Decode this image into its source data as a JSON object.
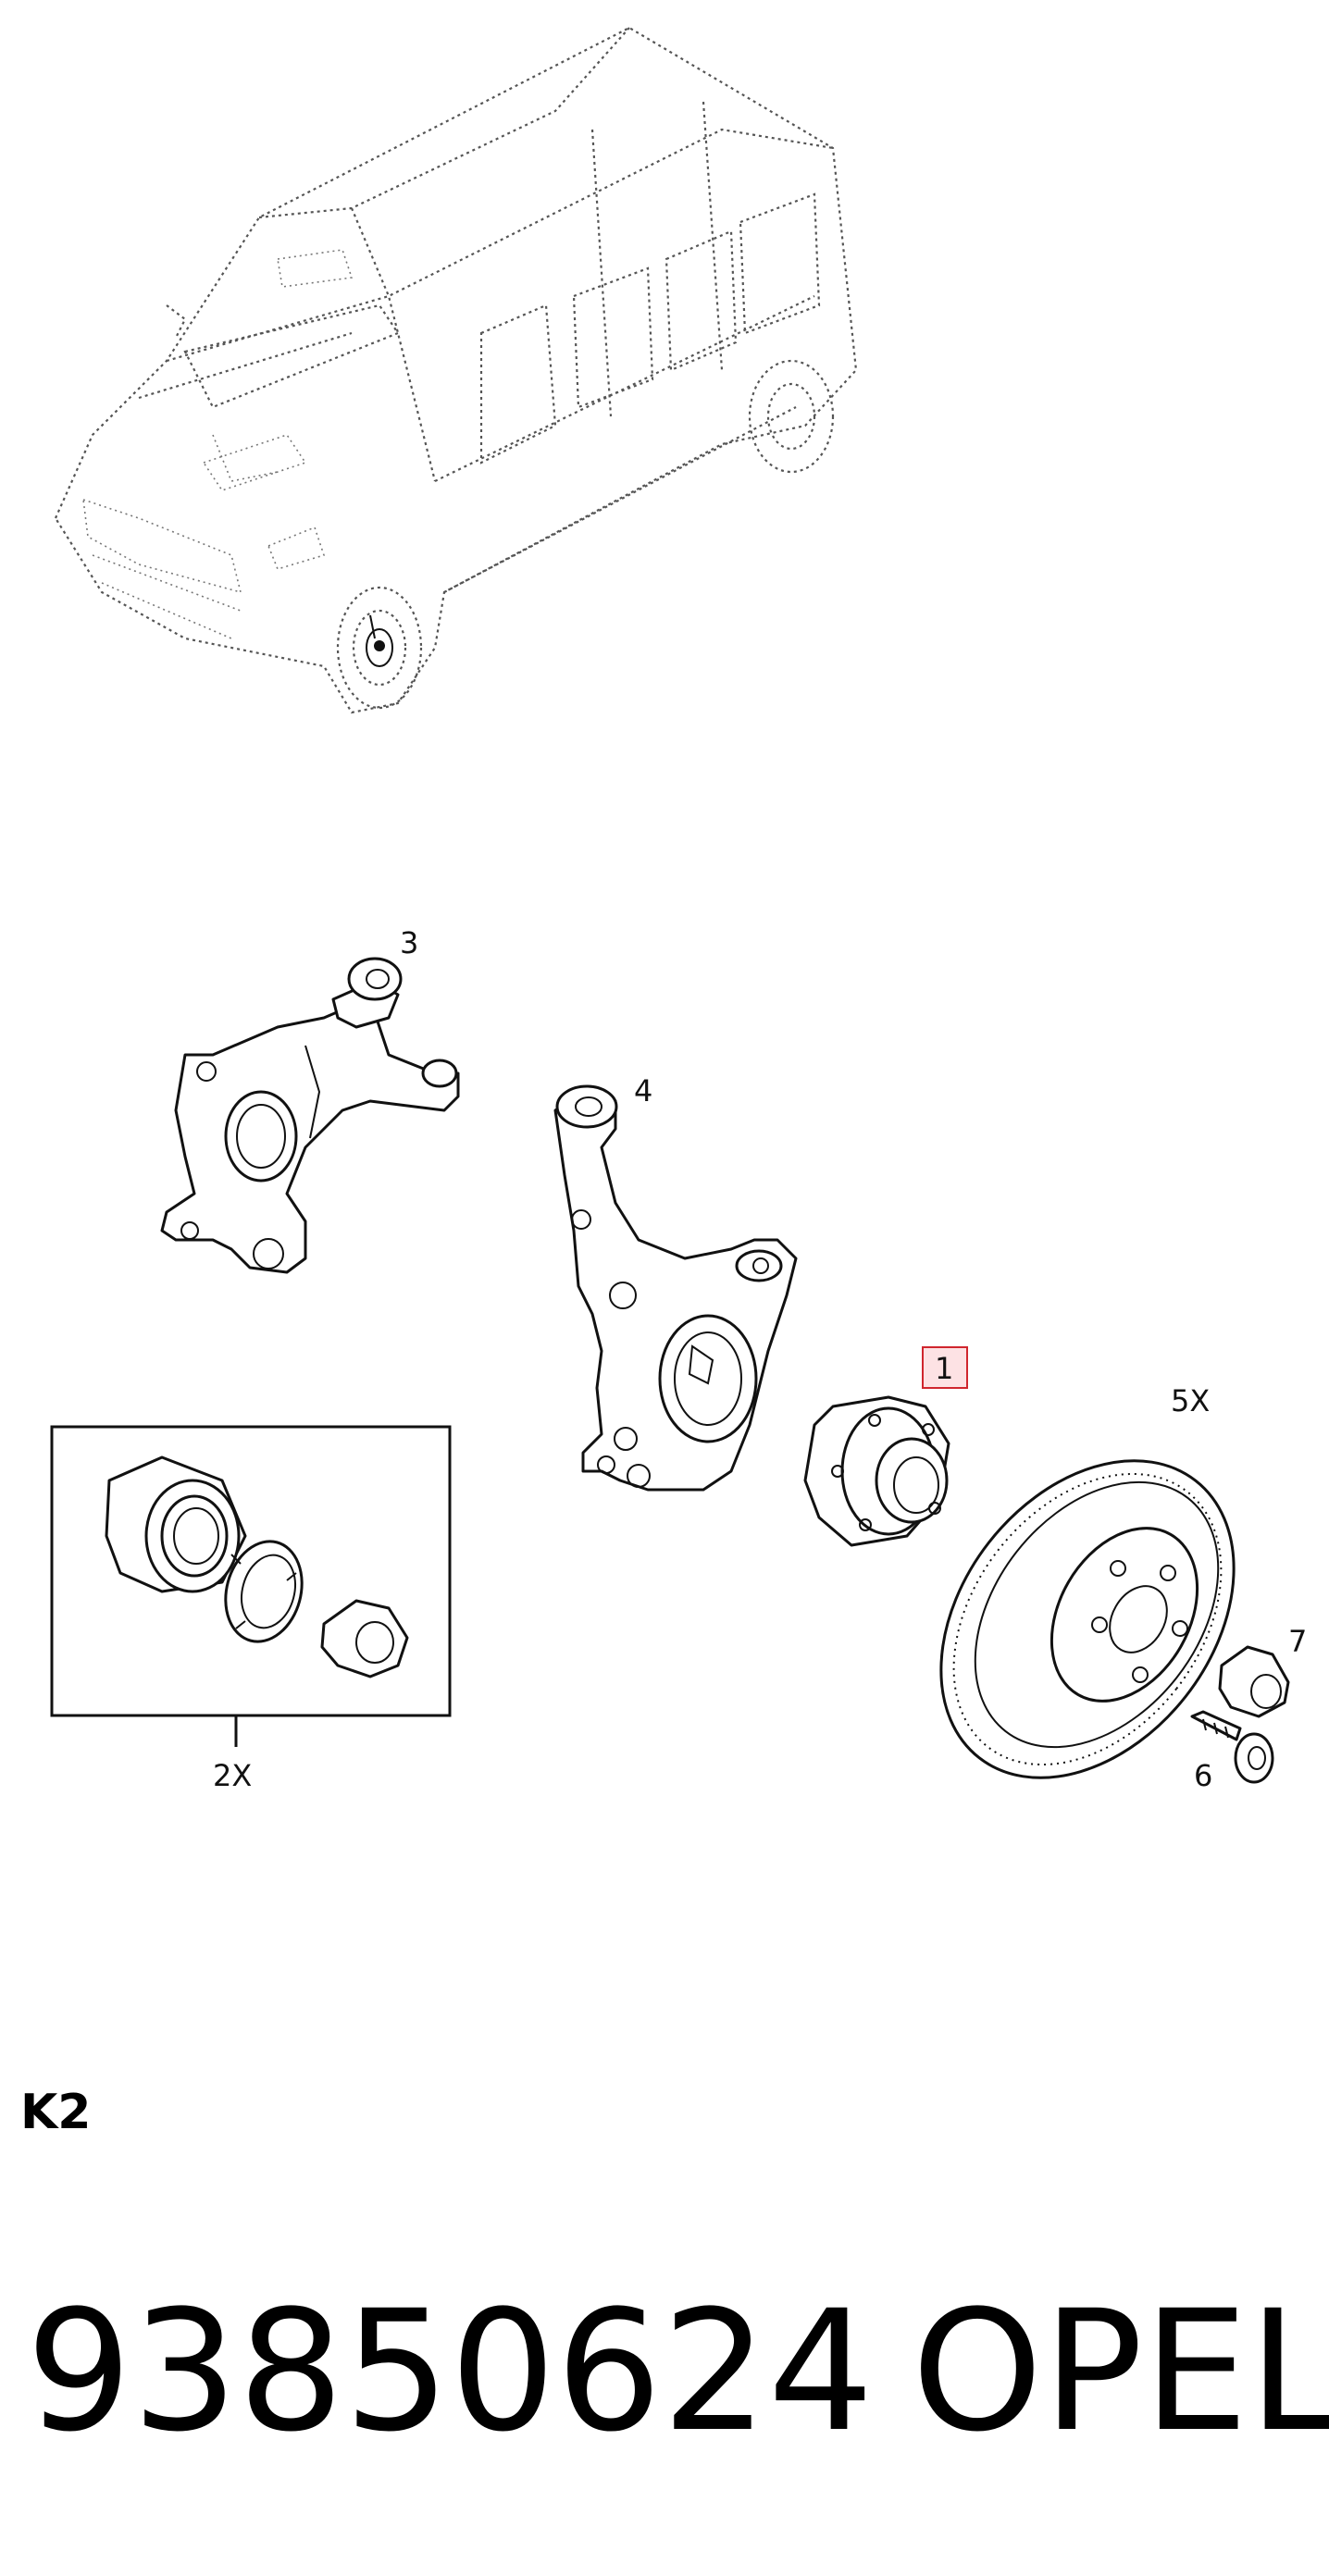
{
  "callouts": {
    "p1": "1",
    "p2": "2X",
    "p3": "3",
    "p4": "4",
    "p5": "5X",
    "p6": "6",
    "p7": "7"
  },
  "section_code": "K2",
  "part_number": "93850624",
  "brand": "OPEL",
  "highlight_color": "#d0262e"
}
